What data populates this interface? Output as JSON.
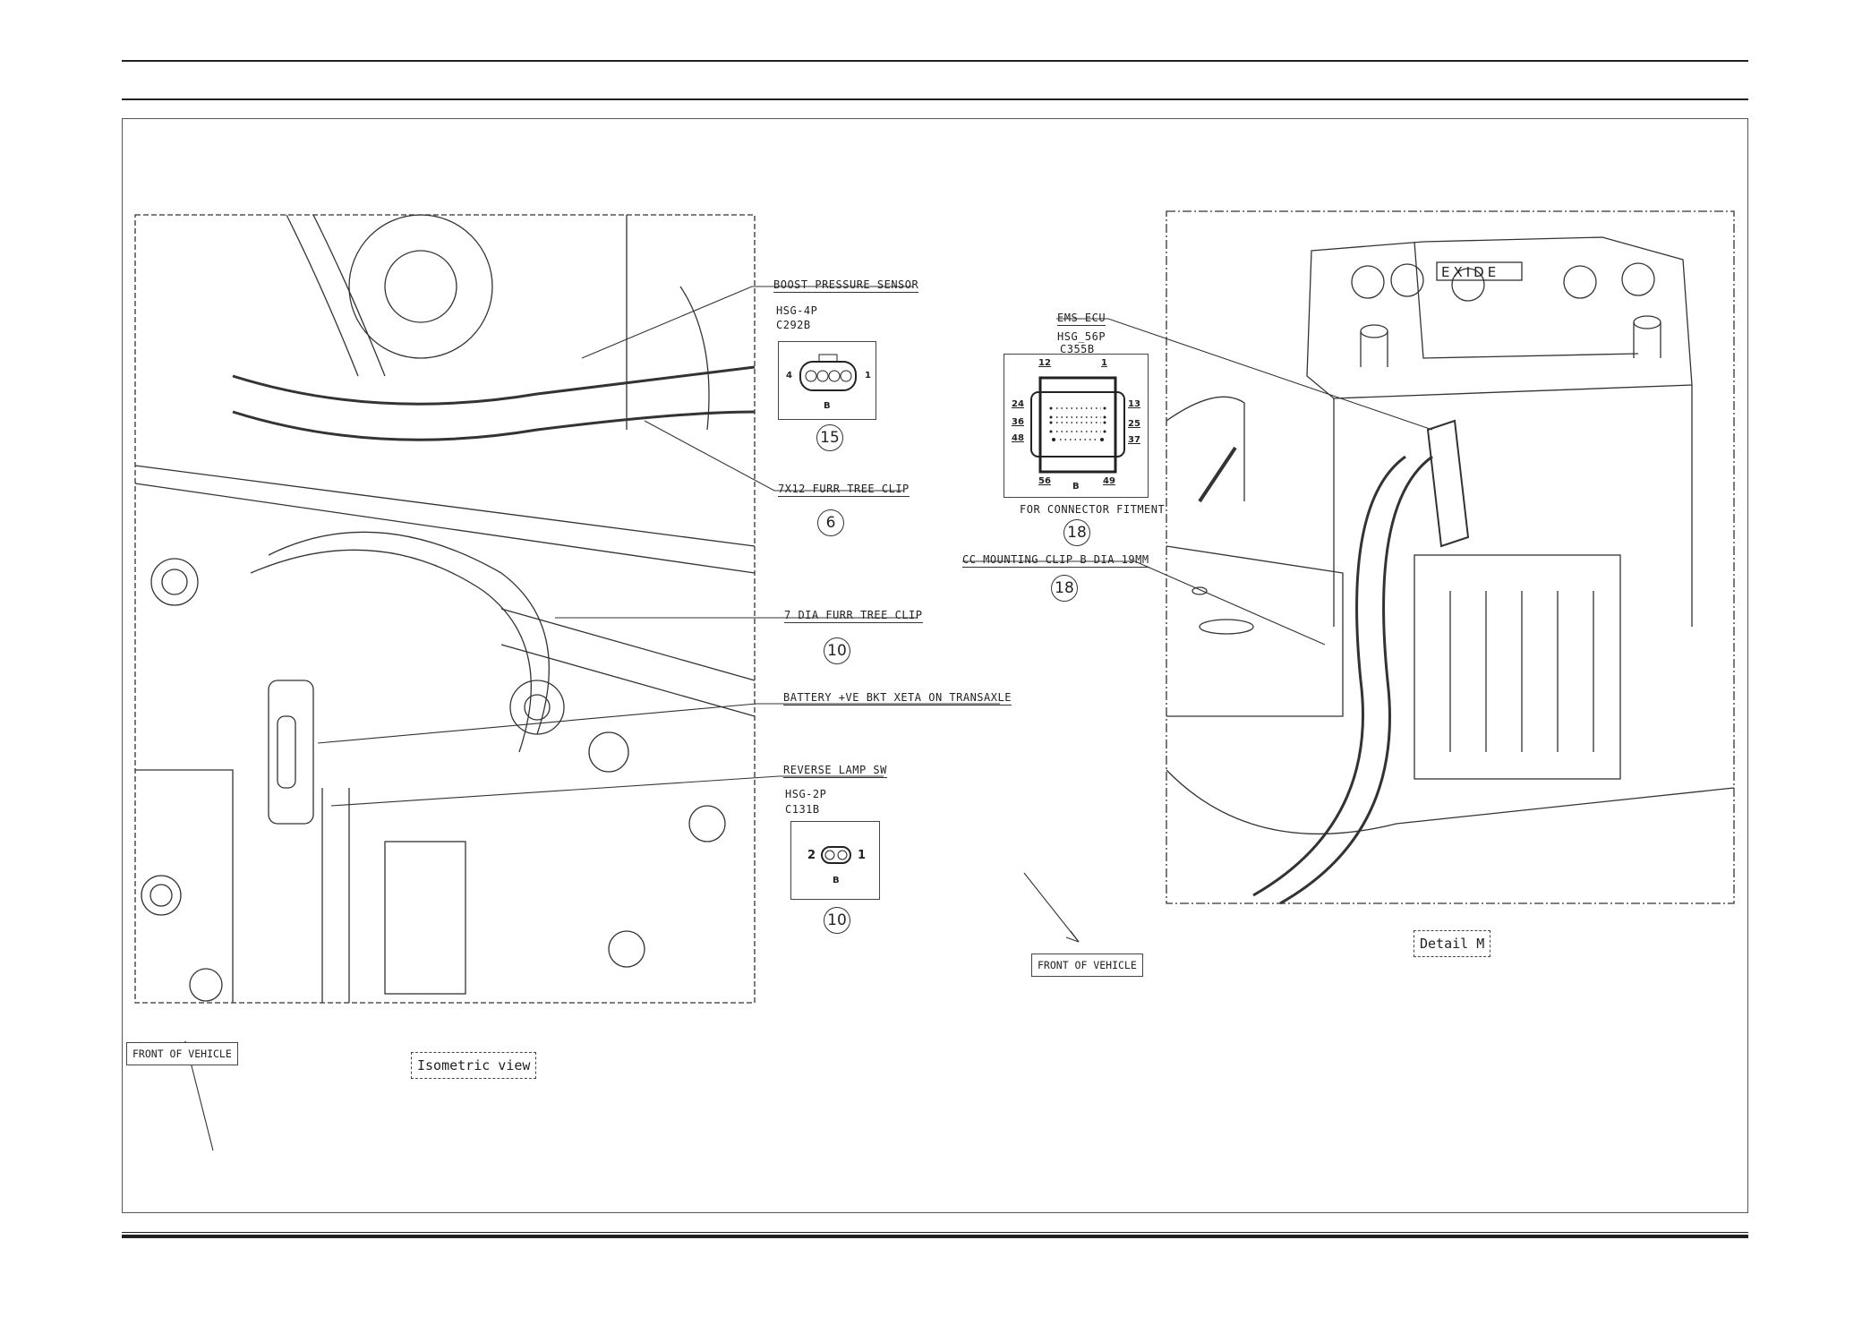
{
  "callouts": {
    "boost_pressure_sensor": {
      "label": "BOOST PRESSURE SENSOR",
      "housing": "HSG-4P",
      "connector": "C292B",
      "pins": [
        "4",
        "1"
      ],
      "side": "B",
      "item": "15"
    },
    "furr_tree_clip_7x12": {
      "label": "7X12 FURR TREE CLIP",
      "item": "6"
    },
    "furr_tree_clip_7dia": {
      "label": "7 DIA FURR TREE CLIP",
      "item": "10"
    },
    "battery_bkt": {
      "label": "BATTERY +VE BKT XETA ON TRANSAXLE"
    },
    "reverse_lamp_sw": {
      "label": "REVERSE LAMP SW",
      "housing": "HSG-2P",
      "connector": "C131B",
      "pins": [
        "2",
        "1"
      ],
      "side": "B",
      "item": "10"
    },
    "ems_ecu": {
      "label": "EMS ECU",
      "housing": "HSG_56P",
      "connector": "C355B",
      "pins": [
        "12",
        "1",
        "24",
        "13",
        "36",
        "25",
        "48",
        "37",
        "56",
        "49"
      ],
      "side": "B",
      "note": "FOR CONNECTOR FITMENT",
      "item": "18"
    },
    "cc_mounting_clip": {
      "label": "CC MOUNTING CLIP B DIA 19MM",
      "item": "18"
    }
  },
  "tags": {
    "front_left": "FRONT OF VEHICLE",
    "front_right": "FRONT OF VEHICLE",
    "isometric_view": "Isometric view",
    "detail_m": "Detail M",
    "battery_brand": "EXIDE"
  }
}
